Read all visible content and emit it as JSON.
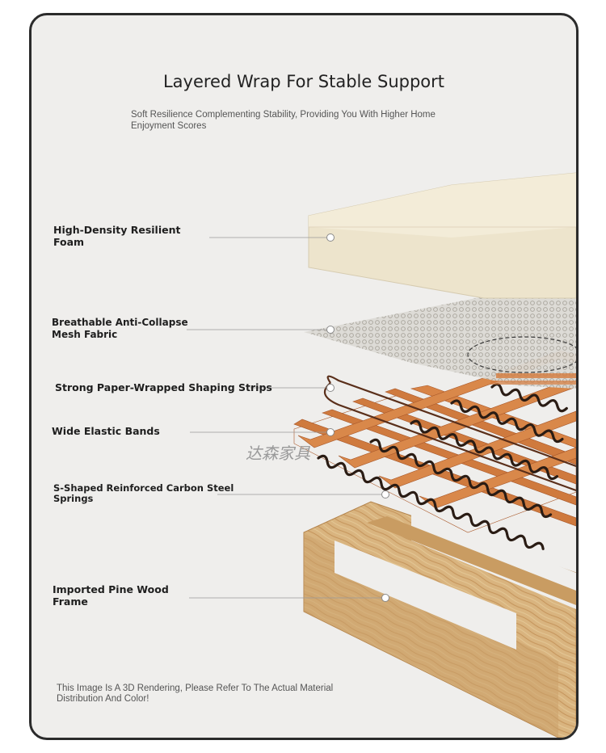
{
  "title": "Layered Wrap For Stable Support",
  "subtitle": "Soft Resilience Complementing Stability, Providing You With Higher Home Enjoyment Scores",
  "layers": [
    {
      "label": "High-Density Resilient Foam",
      "lines": [
        "High-Density Resilient",
        "Foam"
      ]
    },
    {
      "label": "Breathable Anti-Collapse Mesh Fabric",
      "lines": [
        "Breathable Anti-Collapse",
        "Mesh Fabric"
      ]
    },
    {
      "label": "Strong Paper-Wrapped Shaping Strips",
      "lines": [
        "Strong Paper-Wrapped Shaping Strips"
      ]
    },
    {
      "label": "Wide Elastic Bands",
      "lines": [
        "Wide Elastic Bands"
      ]
    },
    {
      "label": "S-Shaped Reinforced Carbon Steel Springs",
      "lines": [
        "S-Shaped Reinforced Carbon Steel",
        "Springs"
      ]
    },
    {
      "label": "Imported Pine Wood Frame",
      "lines": [
        "Imported Pine Wood",
        "Frame"
      ]
    }
  ],
  "watermark": "达森家具",
  "disclaimer": "This Image Is A 3D Rendering, Please Refer To The Actual Material Distribution And Color!",
  "colors": {
    "background": "#efeeec",
    "border": "#2b2b2b",
    "foam": "#ede4cc",
    "band": "#c8733a",
    "spring": "#2a1c14",
    "wood": "#d7b07a"
  }
}
